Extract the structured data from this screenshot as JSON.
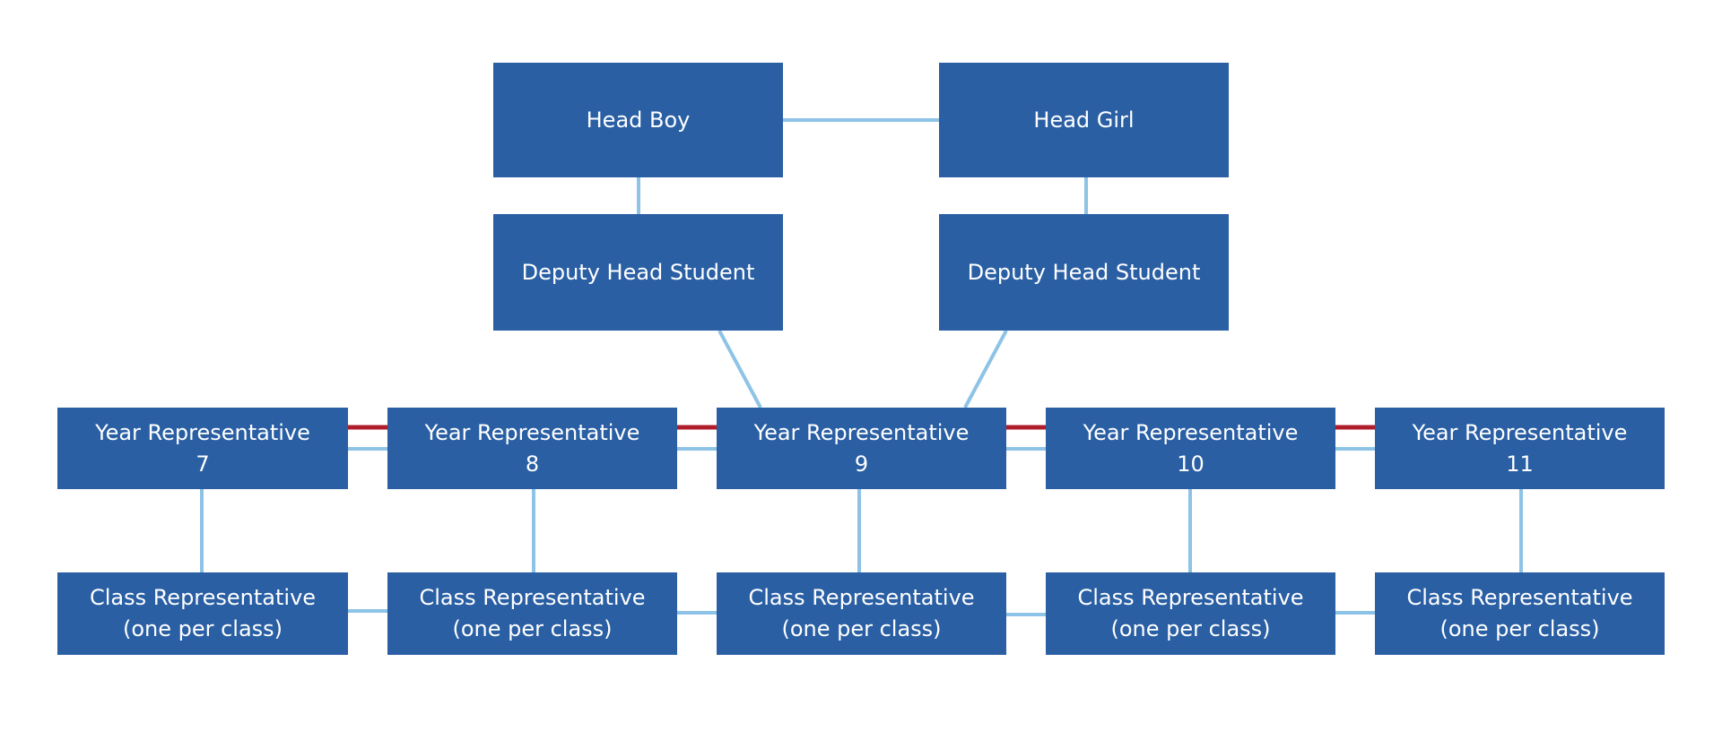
{
  "colors": {
    "box": "#2a5fa4",
    "box_text": "#ffffff",
    "connector": "#8dc3e6",
    "year_link": "#b01e2c"
  },
  "nodes": {
    "head_boy": {
      "line1": "Head Boy"
    },
    "head_girl": {
      "line1": "Head Girl"
    },
    "deputy_left": {
      "line1": "Deputy Head Student"
    },
    "deputy_right": {
      "line1": "Deputy Head Student"
    },
    "year_rep_7": {
      "line1": "Year Representative",
      "line2": "7"
    },
    "year_rep_8": {
      "line1": "Year Representative",
      "line2": "8"
    },
    "year_rep_9": {
      "line1": "Year Representative",
      "line2": "9"
    },
    "year_rep_10": {
      "line1": "Year Representative",
      "line2": "10"
    },
    "year_rep_11": {
      "line1": "Year Representative",
      "line2": "11"
    },
    "class_rep_1": {
      "line1": "Class Representative",
      "line2": "(one per class)"
    },
    "class_rep_2": {
      "line1": "Class Representative",
      "line2": "(one per class)"
    },
    "class_rep_3": {
      "line1": "Class Representative",
      "line2": "(one per class)"
    },
    "class_rep_4": {
      "line1": "Class Representative",
      "line2": "(one per class)"
    },
    "class_rep_5": {
      "line1": "Class Representative",
      "line2": "(one per class)"
    }
  }
}
